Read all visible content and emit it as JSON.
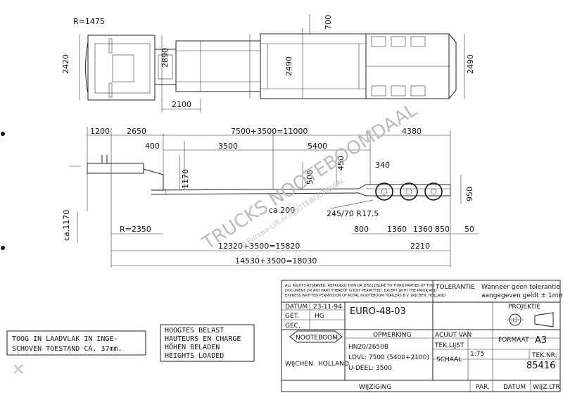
{
  "top_view": {
    "dims": [
      "R=1475",
      "2420",
      "2890",
      "2490",
      "700",
      "2490",
      "2100"
    ]
  },
  "side_view": {
    "dims": [
      "1200",
      "2650",
      "7500+3500=11000",
      "4380",
      "400",
      "3500",
      "5400",
      "1170",
      "500",
      "450",
      "340",
      "950",
      "ca.200",
      "245/70 R17.5",
      "ca.1170",
      "R=2350",
      "800",
      "1360",
      "1360",
      "850",
      "50",
      "12320+3500=15820",
      "2210",
      "14530+3500=18030"
    ]
  },
  "watermark": {
    "main": "TRUCKS NOOTEBOOMDAAL",
    "sub": "©Europa-Lift.nl NOOTEBOOMDAAL"
  },
  "notes": {
    "toog": [
      "TOOG IN LAADVLAK IN INGE-",
      "SCHOVEN TOESTAND CA. 37mm."
    ],
    "heights": [
      "HOOGTES BELAST",
      "HAUTEURS EN CHARGE",
      "HÖHEN BELADEN",
      "HEIGHTS LOADED"
    ]
  },
  "title_block": {
    "copyright": [
      "ALL RIGHTS RESERVED. REPRODUCTION OR DISCLOSURE TO THIRD PARTIES OF THIS",
      "DOCUMENT OR ANY PART THEREOF IS NOT PERMITTED, EXCEPT WITH THE PRIOR AND",
      "EXPRESS WRITTEN PERMISSION OF ROYAL NOOTEBOOM TRAILERS B.V. WIJCHEN, HOLLAND"
    ],
    "tolerantie_label": "TOLERANTIE",
    "tolerantie_text": [
      "Wanneer geen tolerantie",
      "aangegeven geldt ± 1mm"
    ],
    "projektie_label": "PROJEKTIE",
    "datum_label": "DATUM",
    "datum_value": "23-11-94",
    "get_label": "GET.",
    "get_value": "HG",
    "gec_label": "GEC.",
    "drawing_title": "EURO-48-03",
    "opmerking_label": "OPMERKING",
    "opmerking_lines": [
      "HN20/2650B",
      "LDVL: 7500 (5400+2100)",
      "U-DEEL: 3500"
    ],
    "acuut_van_label": "ACUUT VAN",
    "tek_lijst_label": "TEK.LIJST",
    "schaal_label": "SCHAAL",
    "schaal_value": "1:75",
    "formaat_label": "FORMAAT",
    "formaat_value": "A3",
    "tek_nr_label": "TEK.NR:",
    "tek_nr_value": "85416",
    "logo_text": "NOOTEBOOM",
    "wijchen": "WIJCHEN",
    "holland": "HOLLAND",
    "wijziging_label": "WIJZIGING",
    "par_label": "PAR.",
    "datum2_label": "DATUM",
    "wijz_ltr_label": "WIJZ.LTR"
  }
}
